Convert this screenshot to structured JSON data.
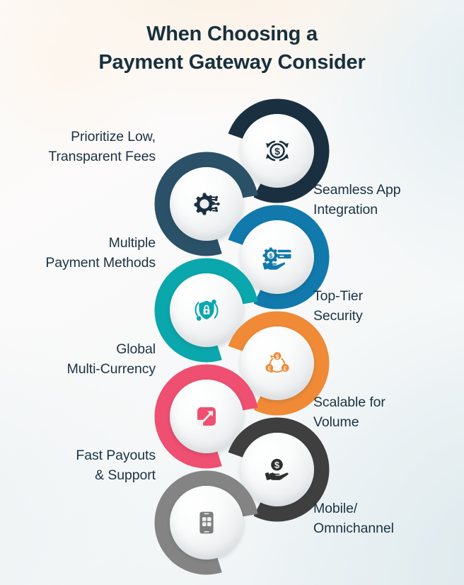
{
  "poster": {
    "title_lines": [
      "When Choosing a",
      "Payment Gateway Consider"
    ],
    "background": {
      "from": "#fdfbf8",
      "via": "#f4f7f8",
      "to": "#eaf1f3",
      "warm_tint": "#fbf0e2",
      "cool_tint": "#e3eef2"
    },
    "text_color": "#18303d"
  },
  "items": [
    {
      "label_lines": [
        "Prioritize Low,",
        "Transparent Fees"
      ],
      "side": "left",
      "color": "#1a3040",
      "icon": "money-cycle-icon",
      "icon_alt": "dollar sign inside circular refresh arrows"
    },
    {
      "label_lines": [
        "Seamless App",
        "Integration"
      ],
      "side": "right",
      "color": "#2b5168",
      "icon": "gear-circuit-icon",
      "icon_alt": "gear with circuit nodes"
    },
    {
      "label_lines": [
        "Multiple",
        "Payment Methods"
      ],
      "side": "left",
      "color": "#1179ab",
      "icon": "hand-card-gear-icon",
      "icon_alt": "hand holding credit card with gear"
    },
    {
      "label_lines": [
        "Top-Tier",
        "Security"
      ],
      "side": "right",
      "color": "#0aa7ad",
      "icon": "shield-lock-icon",
      "icon_alt": "shield with padlock and orbit nodes"
    },
    {
      "label_lines": [
        "Global",
        "Multi-Currency"
      ],
      "side": "left",
      "color": "#f08a36",
      "icon": "multi-currency-icon",
      "icon_alt": "dollar euro pound coins in exchange cycle"
    },
    {
      "label_lines": [
        "Scalable for",
        "Volume"
      ],
      "side": "right",
      "color": "#ef4f70",
      "icon": "scale-up-arrow-icon",
      "icon_alt": "rounded square with growth arrow"
    },
    {
      "label_lines": [
        "Fast Payouts",
        "& Support"
      ],
      "side": "left",
      "color": "#3f3f3f",
      "icon": "hand-coin-icon",
      "icon_alt": "hand holding dollar coin"
    },
    {
      "label_lines": [
        "Mobile/",
        "Omnichannel"
      ],
      "side": "right",
      "color": "#848484",
      "icon": "mobile-apps-icon",
      "icon_alt": "smartphone with app grid"
    }
  ]
}
